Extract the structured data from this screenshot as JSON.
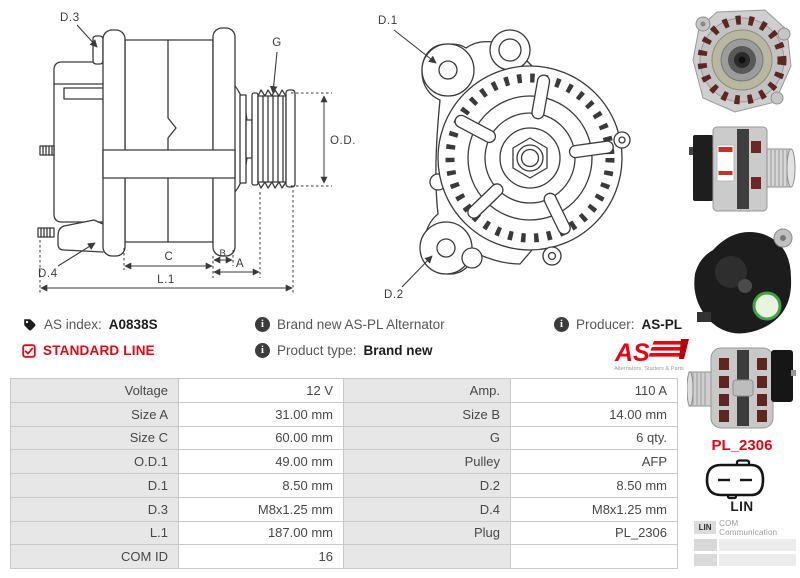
{
  "drawings": {
    "side": {
      "d3": "D.3",
      "g": "G",
      "od1": "O.D.1",
      "d4": "D.4",
      "c": "C",
      "b": "B",
      "a": "A",
      "l1": "L.1"
    },
    "front": {
      "d1": "D.1",
      "d2": "D.2"
    }
  },
  "info": {
    "as_index_label": "AS index:",
    "as_index_value": "A0838S",
    "brand_text": "Brand new AS-PL Alternator",
    "producer_label": "Producer:",
    "producer_value": "AS-PL",
    "standard_line": "STANDARD LINE",
    "product_type_label": "Product type:",
    "product_type_value": "Brand new",
    "logo_text": "AS",
    "logo_tagline": "Alternators, Starters & Parts"
  },
  "spec": {
    "rows": [
      [
        "Voltage",
        "12 V",
        "Amp.",
        "110 A"
      ],
      [
        "Size A",
        "31.00 mm",
        "Size B",
        "14.00 mm"
      ],
      [
        "Size C",
        "60.00 mm",
        "G",
        "6 qty."
      ],
      [
        "O.D.1",
        "49.00 mm",
        "Pulley",
        "AFP"
      ],
      [
        "D.1",
        "8.50 mm",
        "D.2",
        "8.50 mm"
      ],
      [
        "D.3",
        "M8x1.25 mm",
        "D.4",
        "M8x1.25 mm"
      ],
      [
        "L.1",
        "187.00 mm",
        "Plug",
        "PL_2306"
      ],
      [
        "COM ID",
        "16",
        "",
        ""
      ]
    ]
  },
  "side_panel": {
    "plug_code": "PL_2306",
    "connector_label": "LIN",
    "com_tag": "LIN",
    "com_text": "COM Communication"
  },
  "colors": {
    "accent_red": "#e30613",
    "label_cell_grey": "#e7e7e7",
    "table_border_grey": "#c9c9c9",
    "line_color": "#3a3a3a"
  }
}
